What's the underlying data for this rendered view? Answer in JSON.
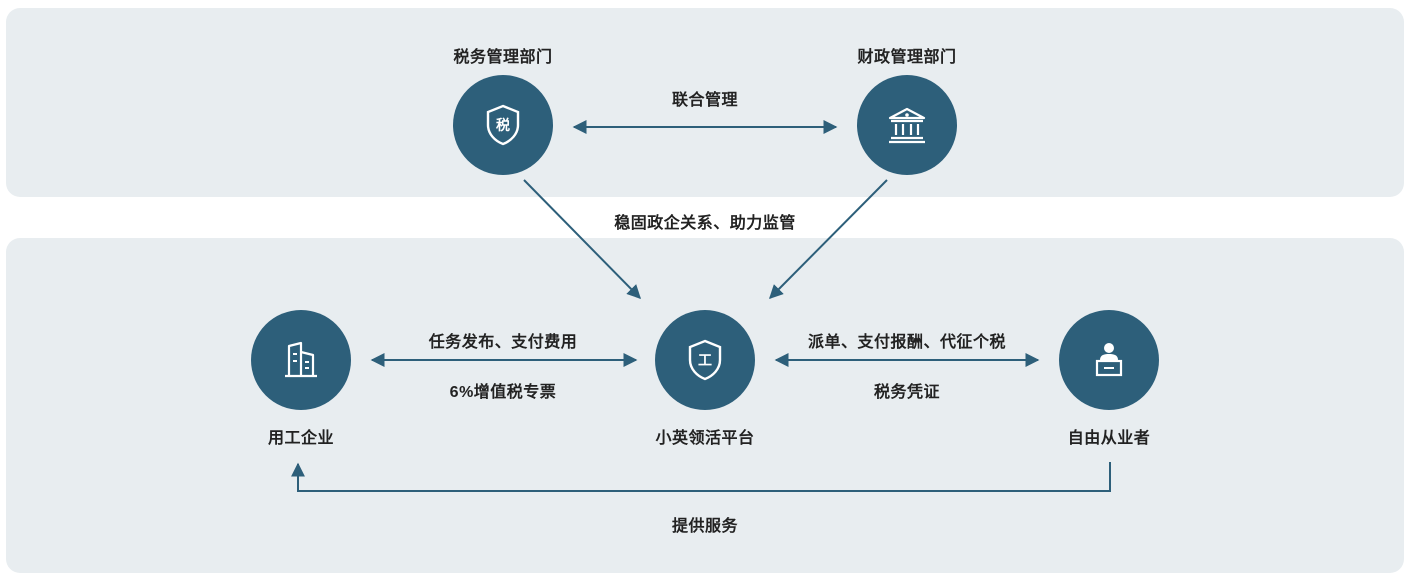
{
  "nodes": {
    "tax_dept": {
      "title": "税务管理部门",
      "badge": "税"
    },
    "finance_dept": {
      "title": "财政管理部门"
    },
    "enterprise": {
      "title": "用工企业"
    },
    "platform": {
      "title": "小英领活平台",
      "badge": "工"
    },
    "freelancer": {
      "title": "自由从业者"
    }
  },
  "edges": {
    "joint_management": "联合管理",
    "regulation": "稳固政企关系、助力监管",
    "enterprise_top": "任务发布、支付费用",
    "enterprise_bottom": "6%增值税专票",
    "freelancer_top": "派单、支付报酬、代征个税",
    "freelancer_bottom": "税务凭证",
    "service": "提供服务"
  },
  "colors": {
    "node_fill": "#2d5f7a",
    "panel_bg": "#e8edf0",
    "arrow": "#2d5f7a"
  }
}
